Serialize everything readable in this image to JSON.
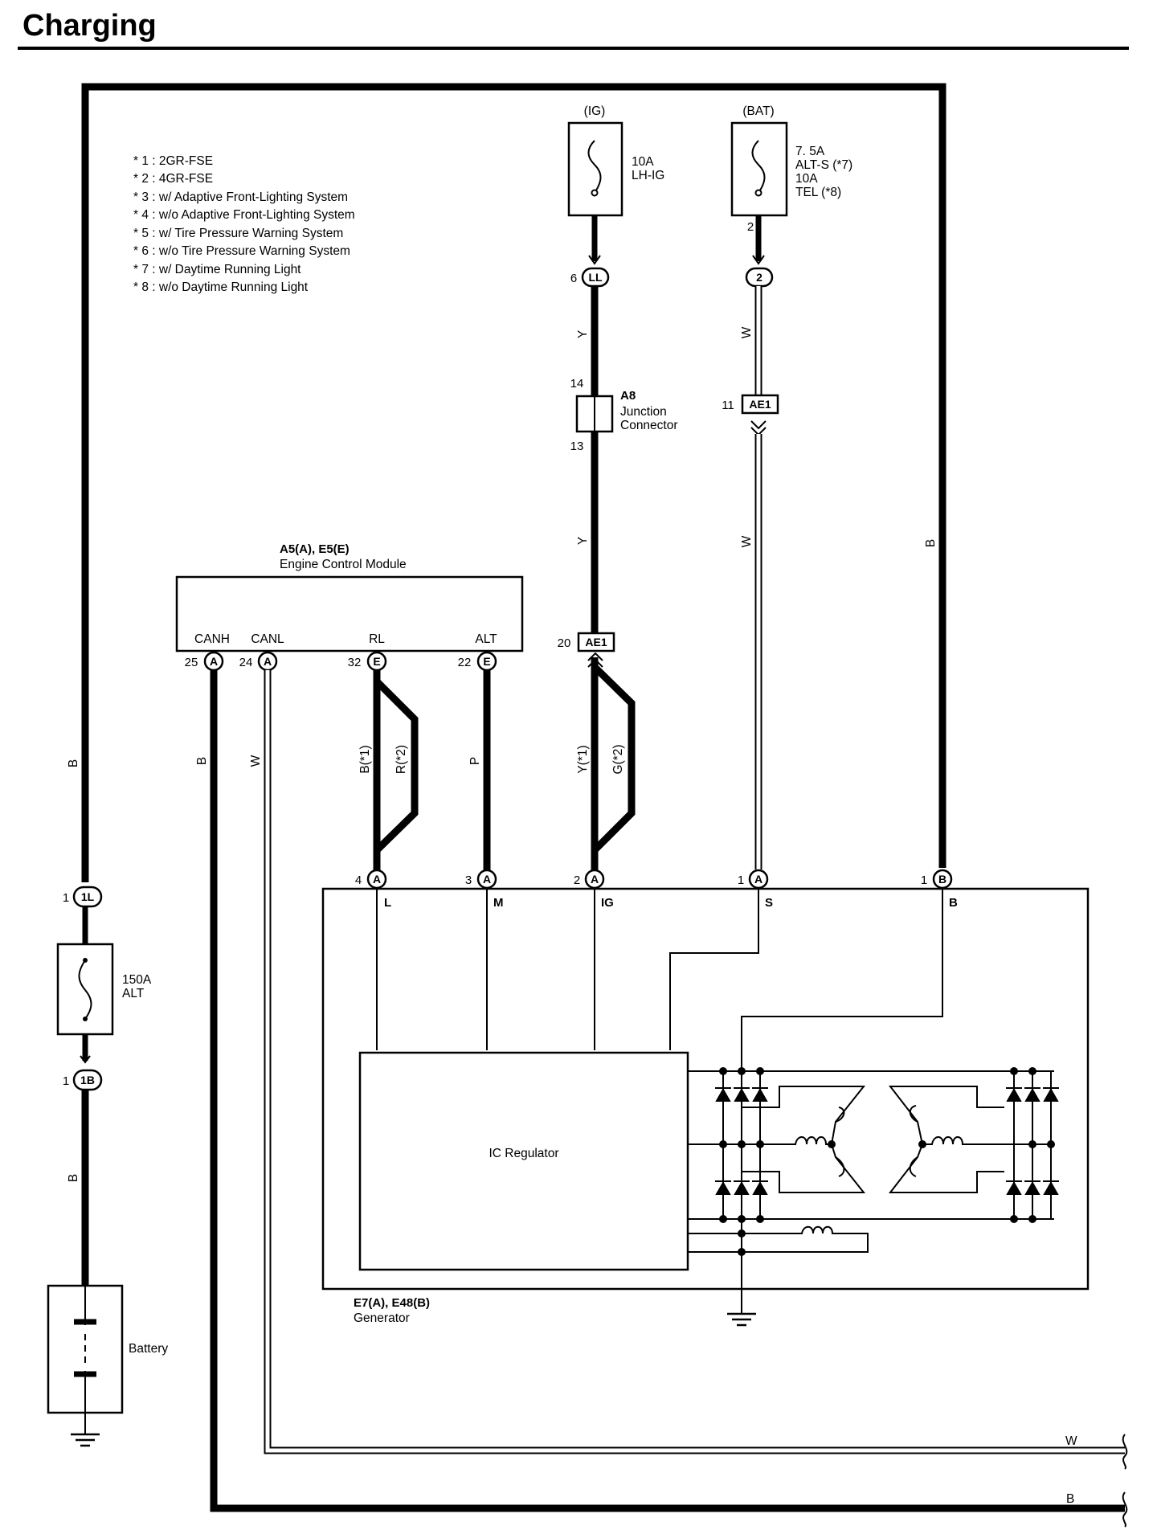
{
  "title": "Charging",
  "notes": [
    "* 1 : 2GR-FSE",
    "* 2 : 4GR-FSE",
    "* 3 : w/ Adaptive Front-Lighting System",
    "* 4 : w/o Adaptive Front-Lighting System",
    "* 5 : w/ Tire Pressure Warning System",
    "* 6 : w/o Tire Pressure Warning System",
    "* 7 : w/ Daytime Running Light",
    "* 8 : w/o Daytime Running Light"
  ],
  "fuses": {
    "ig_source": "(IG)",
    "ig_rating": "10A",
    "ig_name": "LH-IG",
    "bat_source": "(BAT)",
    "bat_line1": "7. 5A",
    "bat_line2": "ALT-S (*7)",
    "bat_line3": "10A",
    "bat_line4": "TEL (*8)",
    "bat_pin": "2",
    "main_rating": "150A",
    "main_name": "ALT"
  },
  "connectors": {
    "LL": "LL",
    "LL_pin": "6",
    "c2": "2",
    "c2_pin": "2",
    "ae1_top": "AE1",
    "ae1_top_pin": "11",
    "ae1_bot": "AE1",
    "ae1_bot_pin": "20",
    "a8_pin_top": "14",
    "a8_pin_bot": "13",
    "1L": "1L",
    "1L_pin": "1",
    "1B": "1B",
    "1B_pin": "1"
  },
  "junction": {
    "code": "A8",
    "name1": "Junction",
    "name2": "Connector"
  },
  "ecm": {
    "code": "A5(A), E5(E)",
    "name": "Engine Control Module",
    "terminals": [
      {
        "label": "CANH",
        "pin": "25",
        "conn": "A"
      },
      {
        "label": "CANL",
        "pin": "24",
        "conn": "A"
      },
      {
        "label": "RL",
        "pin": "32",
        "conn": "E"
      },
      {
        "label": "ALT",
        "pin": "22",
        "conn": "E"
      }
    ]
  },
  "generator": {
    "code": "E7(A), E48(B)",
    "name": "Generator",
    "regulator": "IC Regulator",
    "terminals": [
      {
        "label": "L",
        "pin": "4",
        "conn": "A"
      },
      {
        "label": "M",
        "pin": "3",
        "conn": "A"
      },
      {
        "label": "IG",
        "pin": "2",
        "conn": "A"
      },
      {
        "label": "S",
        "pin": "1",
        "conn": "A"
      },
      {
        "label": "B",
        "pin": "1",
        "conn": "B"
      }
    ]
  },
  "battery": "Battery",
  "wire_colors": {
    "left_main": "B",
    "left_lower": "B",
    "canh": "B",
    "canl": "W",
    "rl_a": "B(*1)",
    "rl_b": "R(*2)",
    "alt": "P",
    "ig_a": "Y(*1)",
    "ig_b": "G(*2)",
    "ig_upper": "Y",
    "ig_mid": "Y",
    "s_upper": "W",
    "s_lower": "W",
    "b_right": "B",
    "bottom_w": "W",
    "bottom_b": "B"
  }
}
